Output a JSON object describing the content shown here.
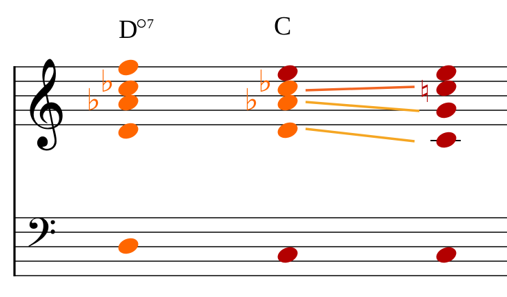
{
  "chords": [
    {
      "root": "D",
      "quality": "o7"
    },
    {
      "root": "C",
      "quality": ""
    }
  ],
  "colors": {
    "orange": "#ff6600",
    "orange_light": "#ff8a1a",
    "dark_red": "#b30000",
    "voice_line_orange": "#f26522",
    "voice_line_gold": "#f5a623",
    "staff": "#000000"
  },
  "glyphs": {
    "flat": "♭",
    "natural": "♮",
    "treble_clef": "𝄞",
    "bass_clef": "𝄢"
  }
}
